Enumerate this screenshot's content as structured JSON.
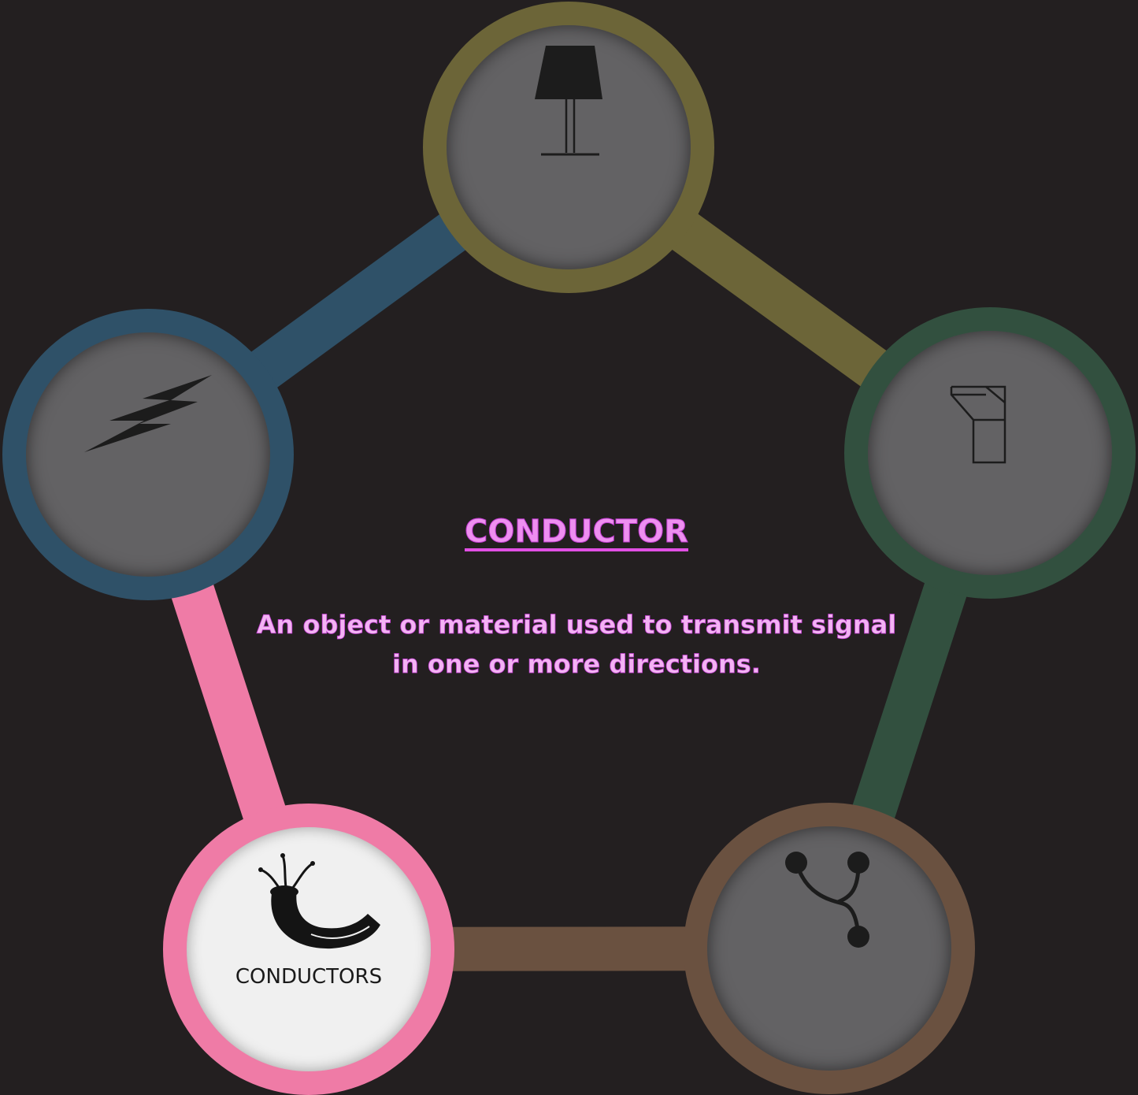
{
  "diagram": {
    "info": {
      "title": "CONDUCTOR",
      "description": "An object or material used to transmit signal in one or more directions."
    },
    "nodes": [
      {
        "id": "lamp",
        "icon": "lamp-icon",
        "ring_color": "#6c6538",
        "label": ""
      },
      {
        "id": "switch",
        "icon": "switch-icon",
        "ring_color": "#32503f",
        "label": ""
      },
      {
        "id": "branch",
        "icon": "branch-icon",
        "ring_color": "#6a5140",
        "label": ""
      },
      {
        "id": "conductors",
        "icon": "cable-icon",
        "ring_color": "#ef7ba6",
        "label": "CONDUCTORS",
        "active": true
      },
      {
        "id": "power",
        "icon": "lightning-icon",
        "ring_color": "#2f5168",
        "label": ""
      }
    ],
    "connections": [
      {
        "from": "lamp",
        "to": "switch",
        "color": "#6c6538"
      },
      {
        "from": "switch",
        "to": "branch",
        "color": "#32503f"
      },
      {
        "from": "branch",
        "to": "conductors",
        "color": "#6a5140"
      },
      {
        "from": "conductors",
        "to": "power",
        "color": "#ef7ba6"
      },
      {
        "from": "power",
        "to": "lamp",
        "color": "#2f5168"
      }
    ]
  }
}
